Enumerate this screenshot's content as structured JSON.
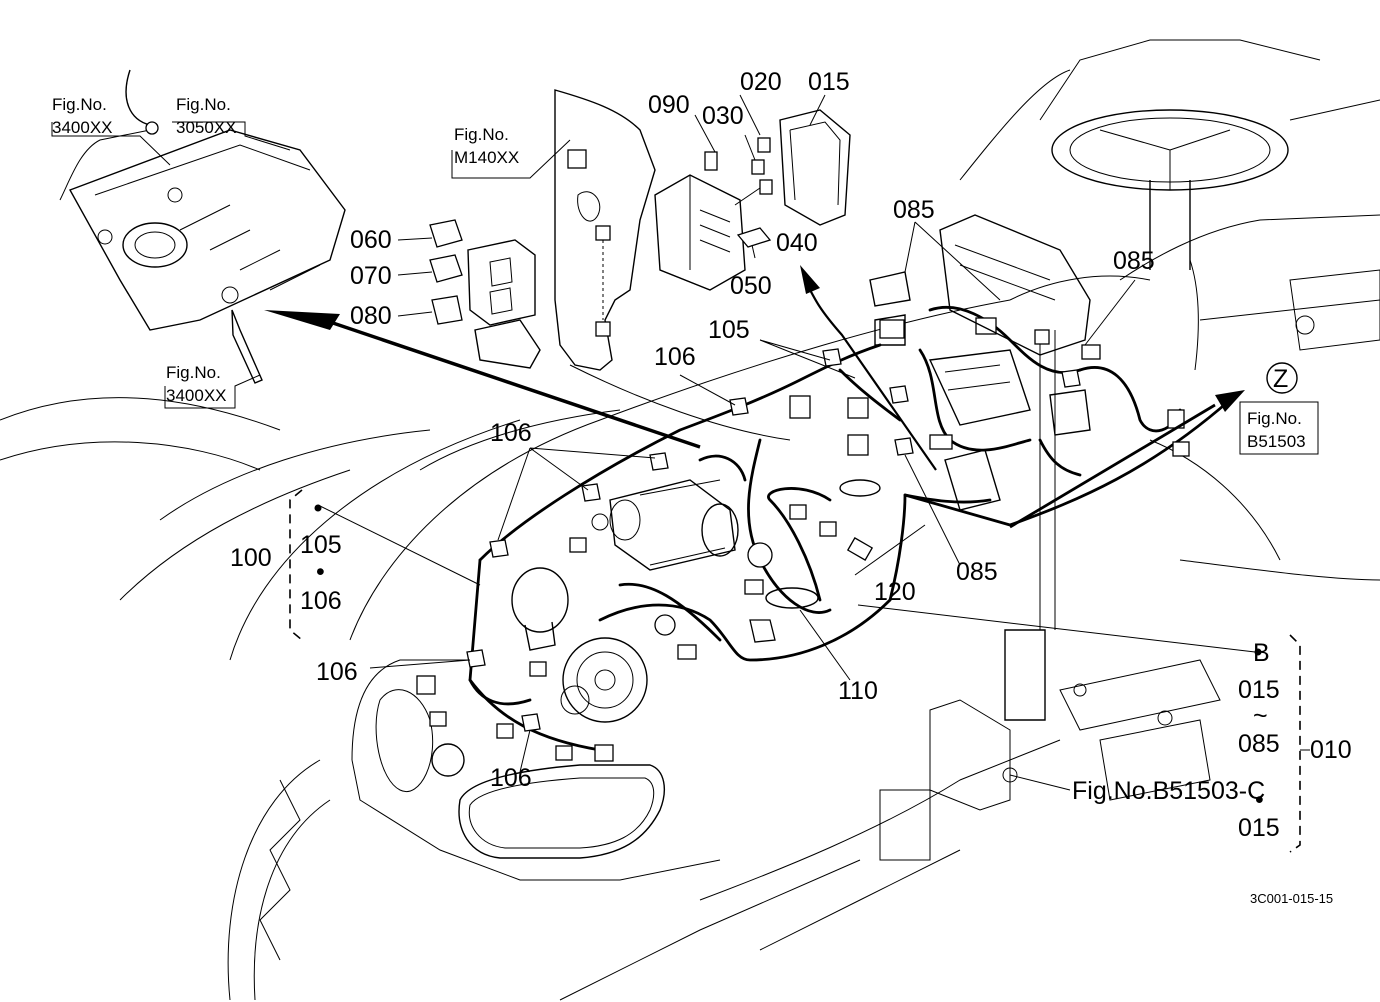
{
  "diagram": {
    "drawing_code": "3C001-015-15",
    "figure_refs": {
      "glow_plug_top": {
        "line1": "Fig.No.",
        "line2": "3400XX"
      },
      "cover": {
        "line1": "Fig.No.",
        "line2": "3050XX"
      },
      "bracket": {
        "line1": "Fig.No.",
        "line2": "M140XX"
      },
      "glow_plug_bottom": {
        "line1": "Fig.No.",
        "line2": "3400XX"
      },
      "view_z": {
        "line1": "Fig.No.",
        "line2": "B51503"
      },
      "frame": {
        "text": "Fig.No.B51503-C"
      }
    },
    "view_marker": "Z",
    "labels": {
      "p020": "020",
      "p015_top": "015",
      "p090": "090",
      "p030": "030",
      "p085_a": "085",
      "p085_b": "085",
      "p060": "060",
      "p040": "040",
      "p070": "070",
      "p050": "050",
      "p080": "080",
      "p105_a": "105",
      "p106_a": "106",
      "p106_b": "106",
      "p100": "100",
      "p105_b": "105",
      "dot_a": "•",
      "p106_c": "106",
      "p120": "120",
      "p085_c": "085",
      "p106_d": "106",
      "p110": "110",
      "p106_e": "106"
    },
    "group_010": {
      "b": "B",
      "from": "015",
      "tilde": "~",
      "to": "085",
      "dot": "•",
      "last": "015",
      "number": "010"
    }
  }
}
